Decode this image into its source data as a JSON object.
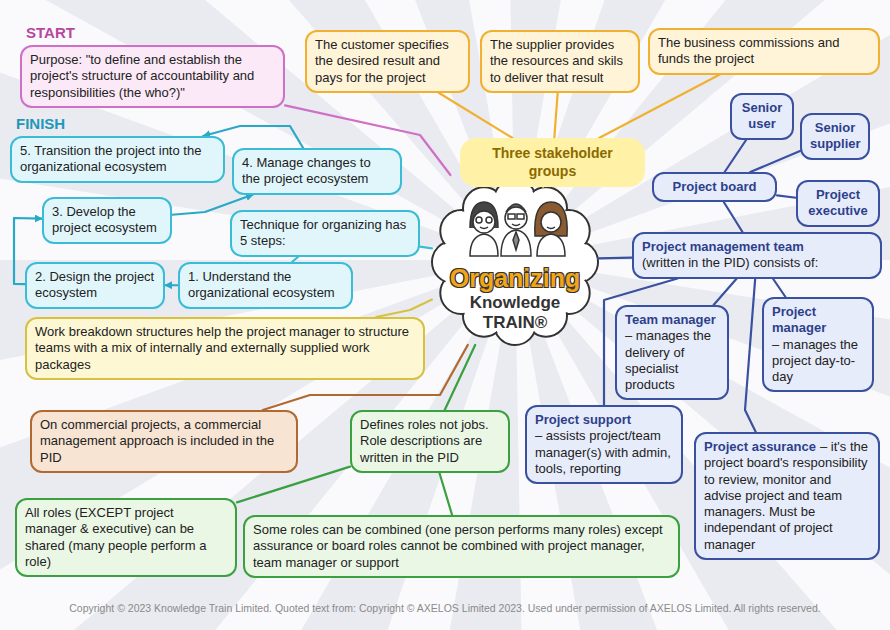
{
  "diagram": {
    "nodes": [
      {
        "text": [
          "START",
          "Purpose: \"to define and establish the project's structure of accountability and responsibilities (the who?)\""
        ]
      },
      {
        "text": [
          "The customer specifies the desired result and pays for the project"
        ]
      },
      {
        "text": [
          "The supplier provides the resources and skils to deliver that result"
        ]
      },
      {
        "text": [
          "The business commissions and funds the project"
        ]
      },
      {
        "text": [
          "Three stakeholder groups"
        ]
      },
      {
        "text": [
          "FINISH",
          "5. Transition the project into the organizational ecosystem"
        ]
      },
      {
        "text": [
          "4. Manage changes to the project ecosystem"
        ]
      },
      {
        "text": [
          "3. Develop the project ecosystem"
        ]
      },
      {
        "text": [
          "Technique for organizing has 5 steps:"
        ]
      },
      {
        "text": [
          "2. Design the project ecosystem"
        ]
      },
      {
        "text": [
          "1. Understand the organizational ecosystem"
        ]
      },
      {
        "text": [
          "Organizing",
          "Knowledge TRAIN®"
        ]
      },
      {
        "text": [
          "Senior user"
        ]
      },
      {
        "text": [
          "Senior supplier"
        ]
      },
      {
        "text": [
          "Project board"
        ]
      },
      {
        "text": [
          "Project executive"
        ]
      },
      {
        "text": [
          "Project management team",
          "(written in the PID) consists of:"
        ]
      },
      {
        "text": [
          "Work breakdown structures help the project manager to structure teams with a mix of internally and externally supplied work packages"
        ]
      },
      {
        "text": [
          "Team manager",
          "– manages the delivery of specialist products"
        ]
      },
      {
        "text": [
          "Project manager",
          "– manages the project day-to-day"
        ]
      },
      {
        "text": [
          "On commercial projects, a commercial management approach is included in the PID"
        ]
      },
      {
        "text": [
          "Defines roles not jobs. Role descriptions are written in the PID"
        ]
      },
      {
        "text": [
          "Project support",
          "– assists project/team manager(s) with admin, tools, reporting"
        ]
      },
      {
        "text": [
          "Project assurance",
          "– it's the project board's responsibility to review, monitor and advise project and team managers. Must be independant of project manager"
        ]
      },
      {
        "text": [
          "All roles (EXCEPT project manager & executive) can be shared (many people perform a role)"
        ]
      },
      {
        "text": [
          "Some roles can be combined (one person performs many roles) except assurance or board roles cannot be combined with project manager, team manager or support"
        ]
      }
    ],
    "edges": [
      {
        "from": 11,
        "to": 0,
        "arrow": "none"
      },
      {
        "from": 11,
        "to": 4,
        "arrow": "none"
      },
      {
        "from": 4,
        "to": 1,
        "arrow": "none"
      },
      {
        "from": 4,
        "to": 2,
        "arrow": "none"
      },
      {
        "from": 4,
        "to": 3,
        "arrow": "none"
      },
      {
        "from": 11,
        "to": 8,
        "arrow": "none"
      },
      {
        "from": 8,
        "to": 10,
        "arrow": "none"
      },
      {
        "from": 10,
        "to": 9,
        "arrow": "to"
      },
      {
        "from": 9,
        "to": 7,
        "arrow": "to"
      },
      {
        "from": 7,
        "to": 6,
        "arrow": "to"
      },
      {
        "from": 6,
        "to": 5,
        "arrow": "to"
      },
      {
        "from": 11,
        "to": 17,
        "arrow": "none"
      },
      {
        "from": 11,
        "to": 20,
        "arrow": "none"
      },
      {
        "from": 11,
        "to": 21,
        "arrow": "none"
      },
      {
        "from": 21,
        "to": 24,
        "arrow": "none"
      },
      {
        "from": 21,
        "to": 25,
        "arrow": "none"
      },
      {
        "from": 11,
        "to": 16,
        "arrow": "none"
      },
      {
        "from": 16,
        "to": 14,
        "arrow": "none"
      },
      {
        "from": 14,
        "to": 12,
        "arrow": "none"
      },
      {
        "from": 14,
        "to": 13,
        "arrow": "none"
      },
      {
        "from": 14,
        "to": 15,
        "arrow": "none"
      },
      {
        "from": 16,
        "to": 18,
        "arrow": "none"
      },
      {
        "from": 16,
        "to": 19,
        "arrow": "none"
      },
      {
        "from": 16,
        "to": 22,
        "arrow": "none"
      },
      {
        "from": 16,
        "to": 23,
        "arrow": "none"
      }
    ],
    "labels": [
      "Copyright © 2023 Knowledge Train Limited. Quoted text from: Copyright © AXELOS Limited 2023. Used under permission of AXELOS Limited. All rights reserved."
    ]
  }
}
